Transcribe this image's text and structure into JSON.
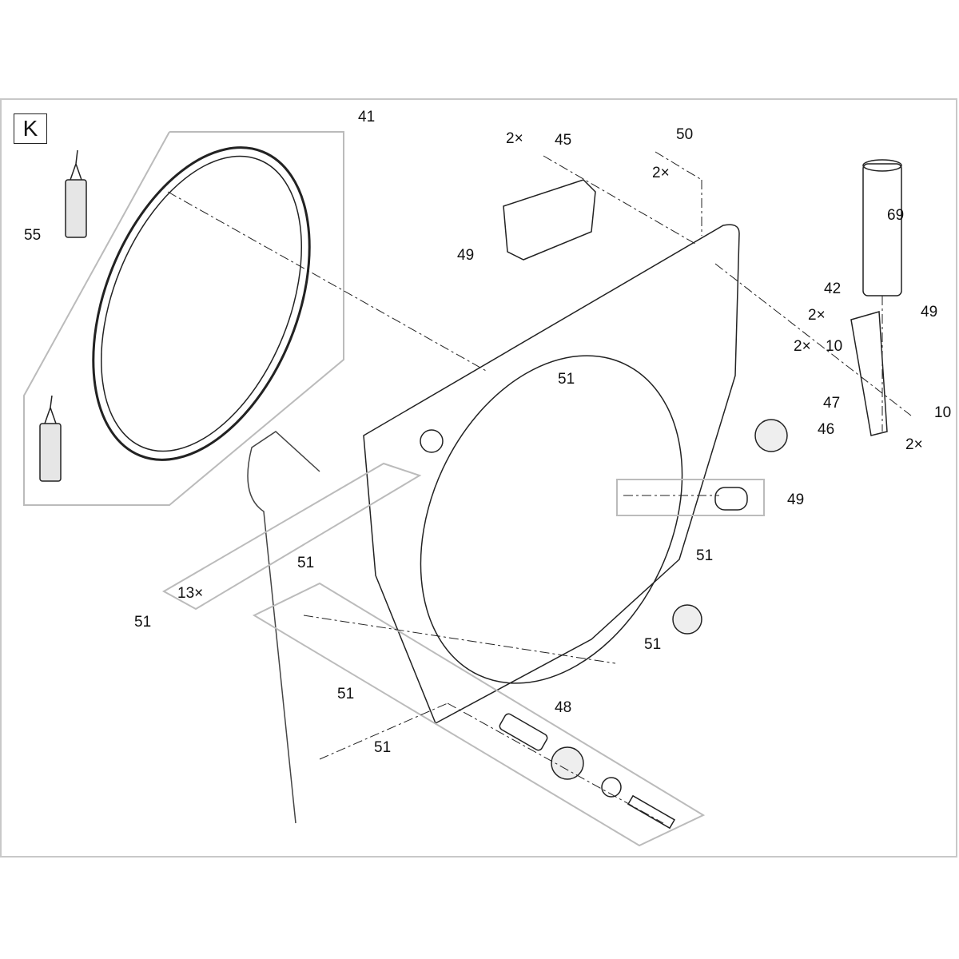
{
  "diagram": {
    "section_letter": "K",
    "callouts": [
      {
        "id": "41",
        "text": "41"
      },
      {
        "id": "55",
        "text": "55"
      },
      {
        "id": "45",
        "text": "45",
        "qty": "2×"
      },
      {
        "id": "50",
        "text": "50",
        "qty": "2×"
      },
      {
        "id": "69",
        "text": "69"
      },
      {
        "id": "49a",
        "text": "49"
      },
      {
        "id": "42",
        "text": "42",
        "qty": "2×"
      },
      {
        "id": "49b",
        "text": "49"
      },
      {
        "id": "10a",
        "text": "10",
        "qty": "2×"
      },
      {
        "id": "51a",
        "text": "51"
      },
      {
        "id": "47",
        "text": "47"
      },
      {
        "id": "46",
        "text": "46"
      },
      {
        "id": "10b",
        "text": "10",
        "qty": "2×"
      },
      {
        "id": "49c",
        "text": "49"
      },
      {
        "id": "51b",
        "text": "51"
      },
      {
        "id": "51c",
        "text": "51"
      },
      {
        "id": "13x",
        "text": "13×"
      },
      {
        "id": "51d",
        "text": "51"
      },
      {
        "id": "51e",
        "text": "51"
      },
      {
        "id": "51f",
        "text": "51"
      },
      {
        "id": "48",
        "text": "48"
      },
      {
        "id": "51g",
        "text": "51"
      }
    ]
  }
}
